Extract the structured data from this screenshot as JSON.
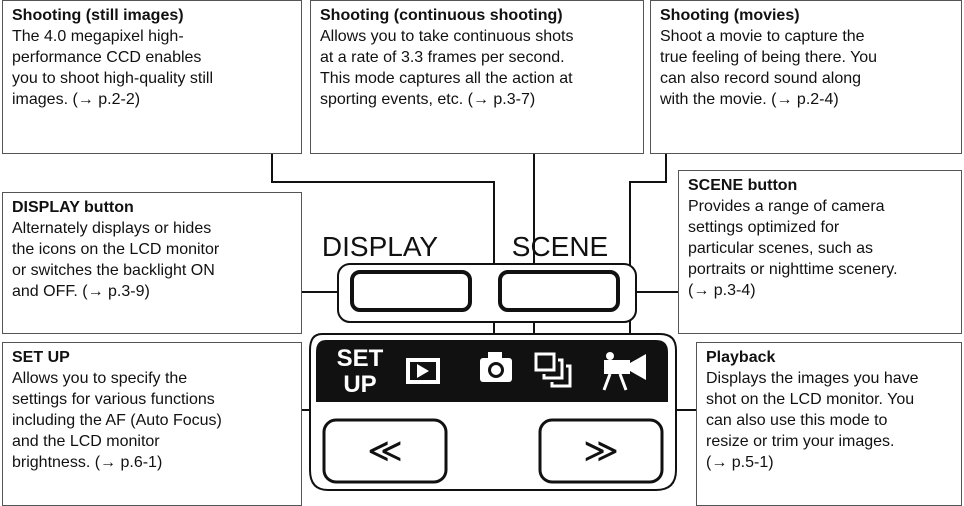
{
  "callouts": {
    "still": {
      "title": "Shooting (still images)",
      "text": "The 4.0 megapixel high-\nperformance CCD enables\nyou to shoot high-quality still\nimages. (→ p.2-2)"
    },
    "cont": {
      "title": "Shooting (continuous shooting)",
      "text": "Allows you to take continuous shots\nat a rate of 3.3 frames per second.\nThis mode captures all the action at\nsporting events, etc. (→ p.3-7)"
    },
    "movie": {
      "title": "Shooting (movies)",
      "text": "Shoot a movie to capture the\ntrue feeling of being there. You\ncan also record sound along\nwith the movie. (→ p.2-4)"
    },
    "display": {
      "title": "DISPLAY button",
      "text": "Alternately displays or hides\nthe icons on the LCD monitor\nor switches the backlight ON\nand OFF. (→ p.3-9)"
    },
    "scene": {
      "title": "SCENE button",
      "text": "Provides a range of camera\nsettings optimized for\nparticular scenes, such as\nportraits or nighttime scenery.\n(→ p.3-4)"
    },
    "setup": {
      "title": "SET UP",
      "text": "Allows you to specify the\nsettings for various functions\nincluding the AF (Auto Focus)\nand the LCD monitor\nbrightness. (→ p.6-1)"
    },
    "play": {
      "title": "Playback",
      "text": "Displays the images you have\nshot on the LCD monitor. You\ncan also use this mode to\nresize or trim your images.\n(→ p.5-1)"
    }
  },
  "camera": {
    "display_label": "DISPLAY",
    "scene_label": "SCENE",
    "setup_line1": "SET",
    "setup_line2": "UP",
    "left_arrow": "≪",
    "right_arrow": "≫"
  }
}
